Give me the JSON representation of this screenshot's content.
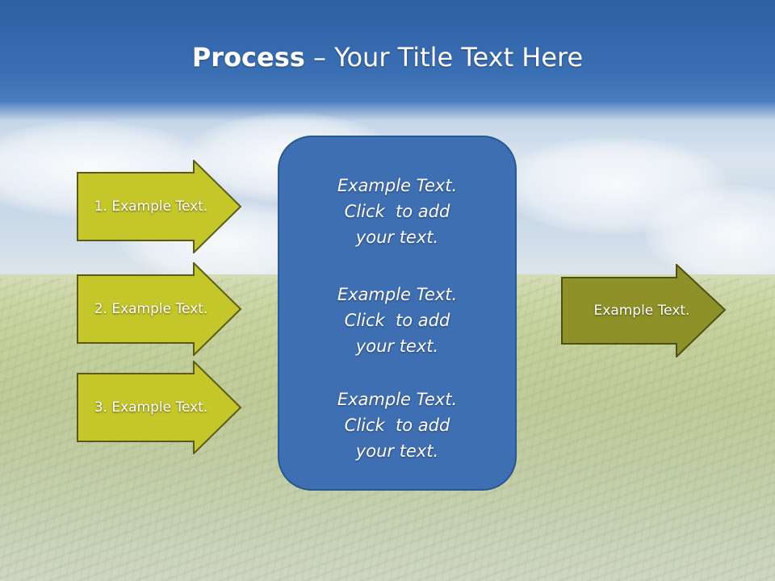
{
  "title": {
    "bold": "Process",
    "rest": " – Your Title Text Here"
  },
  "left_arrows": [
    {
      "label": "1. Example Text."
    },
    {
      "label": "2. Example Text."
    },
    {
      "label": "3. Example Text."
    }
  ],
  "center_box": {
    "blocks": [
      {
        "line1": "Example Text.",
        "line2": "Click  to add",
        "line3": "your text."
      },
      {
        "line1": "Example Text.",
        "line2": "Click  to add",
        "line3": "your text."
      },
      {
        "line1": "Example Text.",
        "line2": "Click  to add",
        "line3": "your text."
      }
    ]
  },
  "right_arrow": {
    "label": "Example Text."
  },
  "colors": {
    "left_arrow_fill": "#c4c62a",
    "left_arrow_stroke": "#5c5a18",
    "right_arrow_fill": "#8e9127",
    "right_arrow_stroke": "#4f4f15",
    "center_fill": "#3f6fb3",
    "center_stroke": "#2c568f",
    "title_bar": "#2d5fa3"
  }
}
